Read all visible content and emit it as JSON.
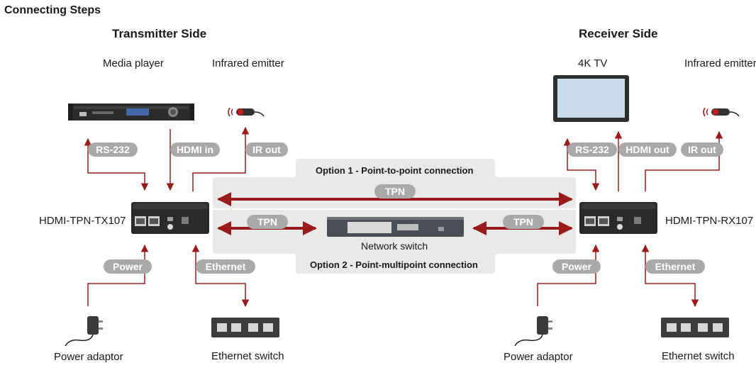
{
  "page_title": "Connecting Steps",
  "transmitter": {
    "title": "Transmitter Side",
    "media_player": "Media player",
    "ir_emitter": "Infrared emitter",
    "device": "HDMI-TPN-TX107",
    "power_adaptor": "Power adaptor",
    "ethernet_switch": "Ethernet switch",
    "labels": {
      "rs232": "RS-232",
      "hdmi": "HDMI in",
      "ir": "IR out",
      "power": "Power",
      "ethernet": "Ethernet"
    }
  },
  "receiver": {
    "title": "Receiver Side",
    "tv": "4K TV",
    "ir_emitter": "Infrared emitter",
    "device": "HDMI-TPN-RX107",
    "power_adaptor": "Power adaptor",
    "ethernet_switch": "Ethernet switch",
    "labels": {
      "rs232": "RS-232",
      "hdmi": "HDMI out",
      "ir": "IR out",
      "power": "Power",
      "ethernet": "Ethernet"
    }
  },
  "middle": {
    "option1": "Option 1 - Point-to-point connection",
    "option2": "Option 2 - Point-multipoint connection",
    "tpn": "TPN",
    "network_switch": "Network switch"
  },
  "colors": {
    "arrow": "#9a1b1b",
    "pill": "#a9a9a9",
    "panel": "#e9e9e9",
    "device": "#2a2a2a"
  }
}
